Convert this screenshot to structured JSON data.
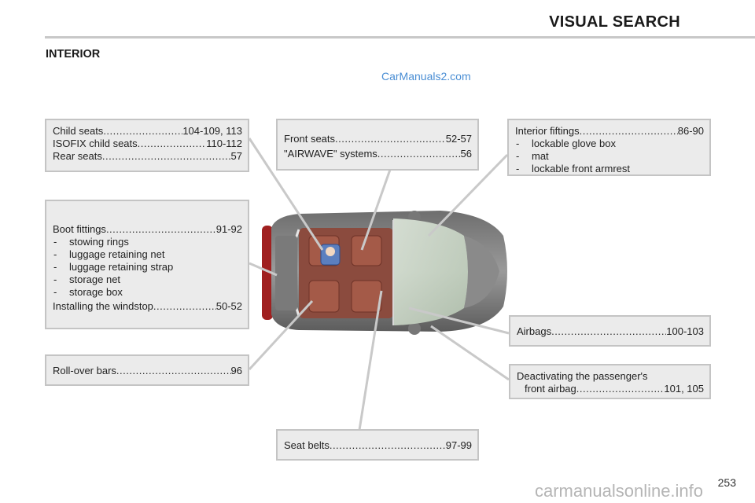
{
  "header": {
    "title": "VISUAL SEARCH"
  },
  "section": {
    "title": "INTERIOR"
  },
  "watermark_top": "CarManuals2.com",
  "boxes": {
    "child": {
      "rows": [
        {
          "label": "Child seats",
          "value": "104-109, 113"
        },
        {
          "label": "ISOFIX child seats",
          "value": "110-112"
        },
        {
          "label": "Rear seats",
          "value": "57"
        }
      ]
    },
    "front": {
      "rows": [
        {
          "label": "Front seats",
          "value": "52-57"
        },
        {
          "label": "\"AIRWAVE\" systems",
          "value": "56"
        }
      ]
    },
    "interior": {
      "label": "Interior fiftings",
      "value": "86-90",
      "items": [
        "lockable glove box",
        "mat",
        "lockable front armrest"
      ]
    },
    "boot": {
      "label": "Boot fittings",
      "value": "91-92",
      "items": [
        "stowing rings",
        "luggage retaining net",
        "luggage retaining strap",
        "storage net",
        "storage box"
      ],
      "windstop_label": "Installing the windstop",
      "windstop_value": "50-52"
    },
    "rollover": {
      "label": "Roll-over bars",
      "value": "96"
    },
    "airbags": {
      "label": "Airbags",
      "value": "100-103"
    },
    "deactivating": {
      "line1": "Deactivating the passenger's",
      "label": "front airbag",
      "value": "101, 105"
    },
    "seatbelts": {
      "label": "Seat belts",
      "value": "97-99"
    }
  },
  "page_number": "253",
  "watermark_bottom": "carmanualsonline.info"
}
